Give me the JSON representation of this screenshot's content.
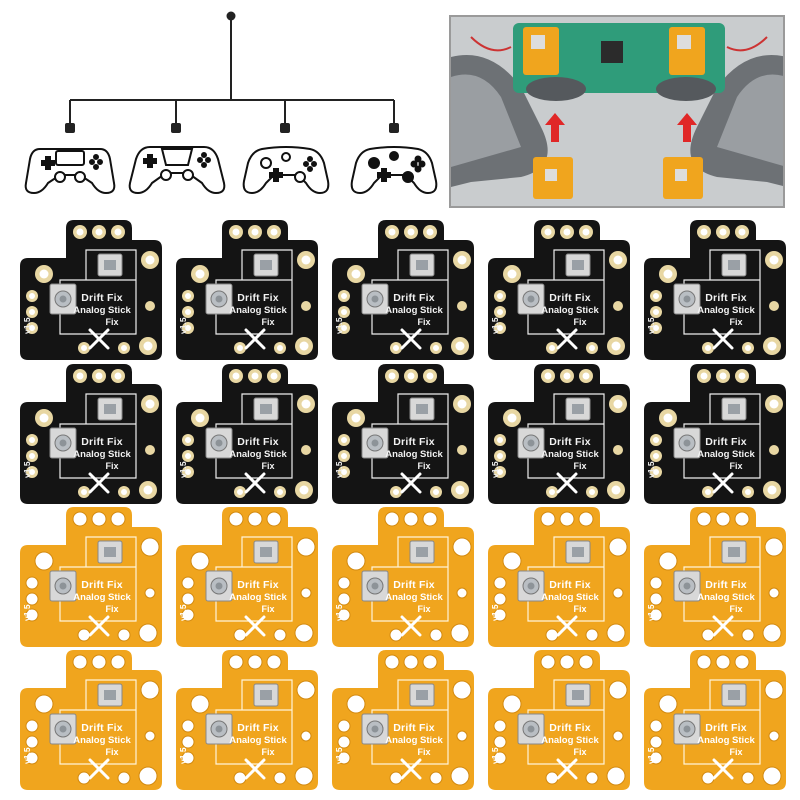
{
  "board_text": {
    "line1": "Drift  Fix",
    "line2": "Analog  Stick",
    "line3": "Fix",
    "version": "v1.5"
  },
  "colors": {
    "black_board": "#141414",
    "yellow_board": "#f0a51e",
    "pad": "#e8d7a3",
    "tree_line": "#222222"
  },
  "controllers": [
    {
      "name": "ps4-controller-icon"
    },
    {
      "name": "ps5-controller-icon"
    },
    {
      "name": "xbox-series-controller-icon"
    },
    {
      "name": "xbox-one-controller-icon"
    }
  ],
  "boards": {
    "black_rows": 2,
    "yellow_rows": 2,
    "per_row": 5
  }
}
